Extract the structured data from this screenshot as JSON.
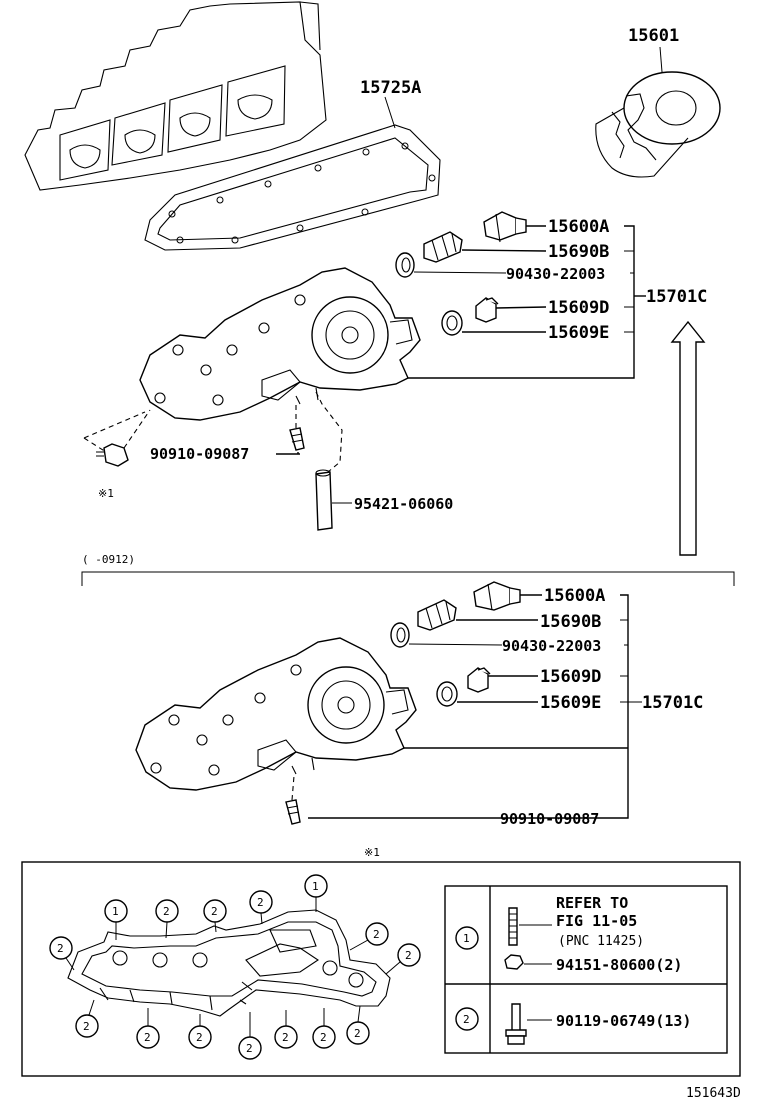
{
  "top_section": {
    "oil_filter": "15601",
    "gasket": "15725A",
    "plug_a": "15600A",
    "sensor_b": "15690B",
    "gasket_washer": "90430-22003",
    "plug_d": "15609D",
    "plug_e": "15609E",
    "assembly": "15701C",
    "stud_label": "90910-09087",
    "hose_label": "95421-06060",
    "ref_mark": "※1"
  },
  "bottom_section": {
    "range_label": "(    -0912)",
    "plug_a": "15600A",
    "sensor_b": "15690B",
    "gasket_washer": "90430-22003",
    "plug_d": "15609D",
    "plug_e": "15609E",
    "assembly": "15701C",
    "stud_label": "90910-09087"
  },
  "detail_box": {
    "ref_mark": "※1",
    "callout_1": "1",
    "callout_2": "2",
    "legend": {
      "row1_number": "1",
      "refer_line1": "REFER TO",
      "refer_line2": "FIG 11-05",
      "refer_line3": "(PNC 11425)",
      "nut_part": "94151-80600(2)",
      "row2_number": "2",
      "bolt_part": "90119-06749(13)"
    }
  },
  "figure_id": "151643D"
}
